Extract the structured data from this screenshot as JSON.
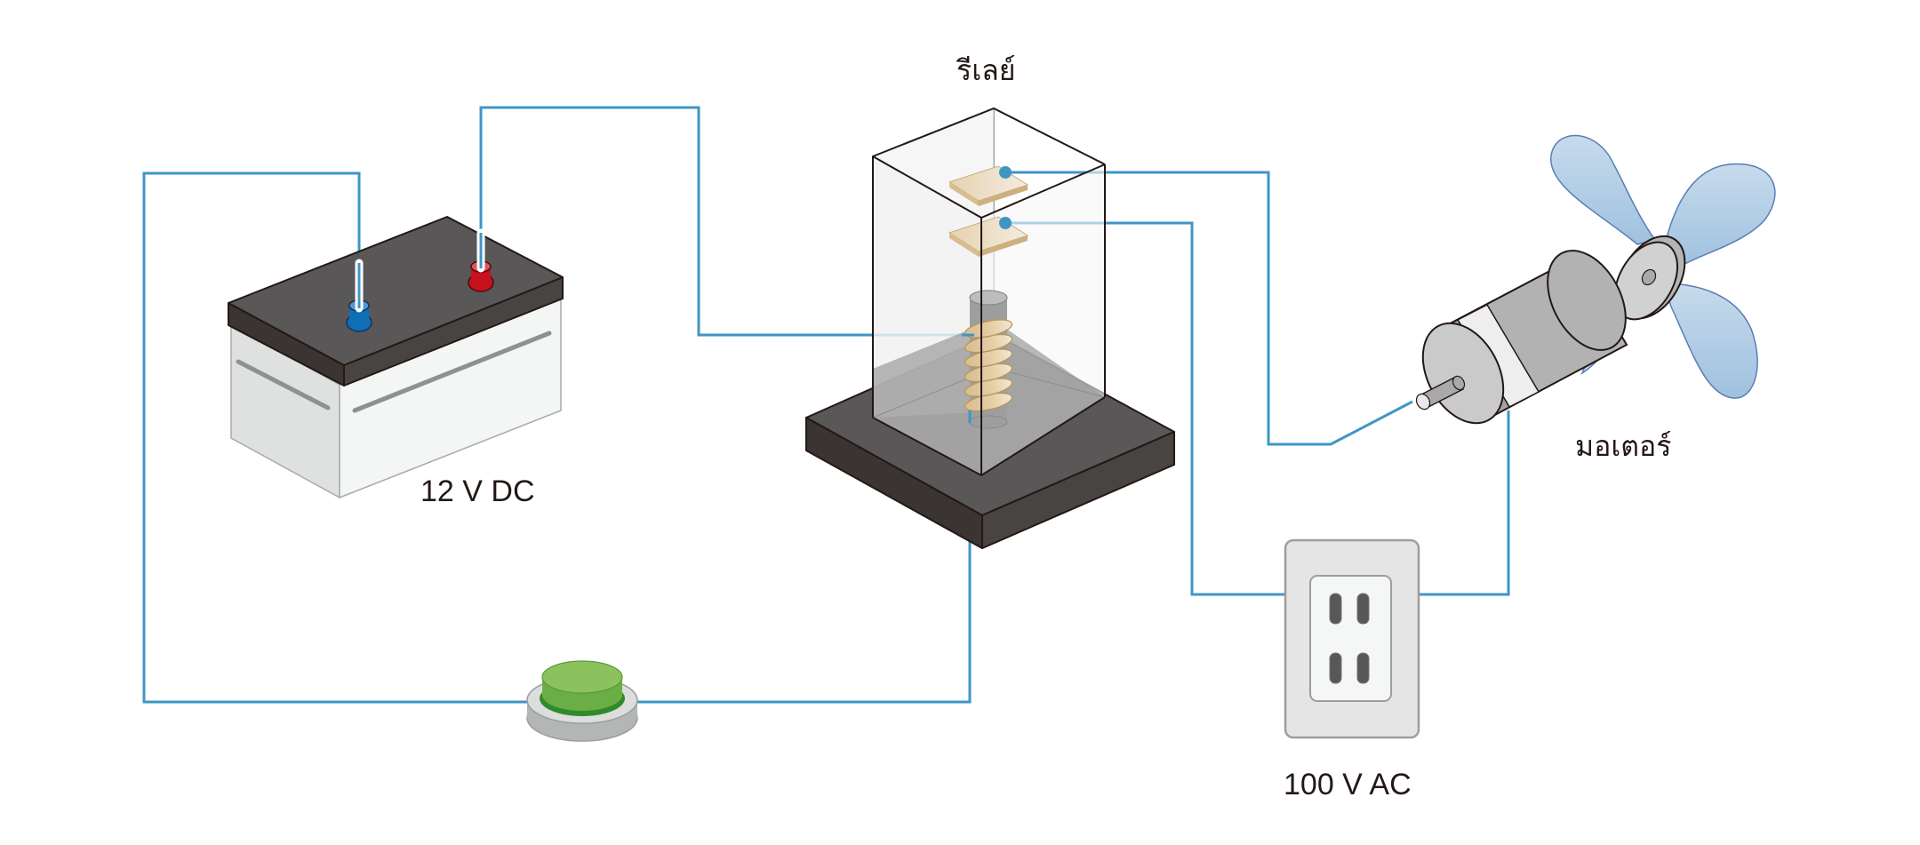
{
  "diagram": {
    "title": "Relay circuit controlling AC motor with DC battery",
    "labels": {
      "relay": "รีเลย์",
      "motor": "มอเตอร์",
      "battery": "12 V DC",
      "outlet": "100 V AC"
    },
    "components": [
      {
        "id": "battery",
        "kind": "battery",
        "label_ref": "12 V DC",
        "terminals": [
          "negative (blue)",
          "positive (red)"
        ]
      },
      {
        "id": "push-button",
        "kind": "push switch",
        "color": "#7bbd4f"
      },
      {
        "id": "relay",
        "kind": "electromagnetic relay",
        "label_ref": "รีเลย์",
        "parts": [
          "coil",
          "iron core",
          "upper contact",
          "lower contact",
          "base"
        ]
      },
      {
        "id": "motor",
        "kind": "motor with fan",
        "label_ref": "มอเตอร์",
        "fan_blades": 4
      },
      {
        "id": "outlet",
        "kind": "AC wall outlet",
        "label_ref": "100 V AC",
        "slots": 4
      }
    ],
    "connections": [
      {
        "from": "battery.negative",
        "to": "push-button"
      },
      {
        "from": "push-button",
        "to": "relay.coil.bottom"
      },
      {
        "from": "battery.positive",
        "to": "relay.coil.top"
      },
      {
        "from": "relay.upper-contact",
        "to": "motor.shaft-rear"
      },
      {
        "from": "relay.lower-contact",
        "to": "outlet"
      },
      {
        "from": "outlet",
        "to": "motor.body"
      }
    ],
    "colors": {
      "wire": "#3f96c6",
      "battery_negative": "#0e6fb4",
      "battery_positive": "#c8111e",
      "button": "#7bbd4f",
      "fan": "#a8c8e4",
      "coil": "#e2c9a0",
      "dark_base": "#4a4846"
    }
  }
}
